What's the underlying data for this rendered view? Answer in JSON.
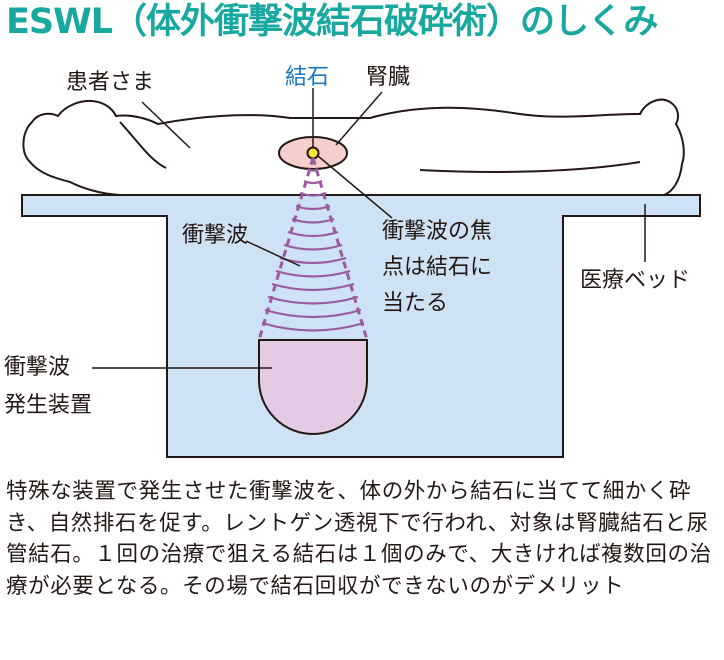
{
  "title": "ESWL（体外衝撃波結石破砕術）のしくみ",
  "labels": {
    "patient": "患者さま",
    "stone": "結石",
    "kidney": "腎臓",
    "shockwave": "衝撃波",
    "focus_line1": "衝撃波の焦",
    "focus_line2": "点は結石に",
    "focus_line3": "当たる",
    "bed": "医療ベッド",
    "generator_line1": "衝撃波",
    "generator_line2": "発生装置"
  },
  "caption": "特殊な装置で発生させた衝撃波を、体の外から結石に当てて細かく砕き、自然排石を促す。レントゲン透視下で行われ、対象は腎臓結石と尿管結石。１回の治療で狙える結石は１個のみで、大きければ複数回の治療が必要となる。その場で結石回収ができないのがデメリット",
  "colors": {
    "title": "#18a8a0",
    "bed_fill": "#cde2f4",
    "kidney_fill": "#f6cfcc",
    "stone_fill": "#f3e73a",
    "generator_fill": "#e3cbe5",
    "wave_stroke": "#9a5a9e",
    "stone_label": "#1677c5"
  }
}
